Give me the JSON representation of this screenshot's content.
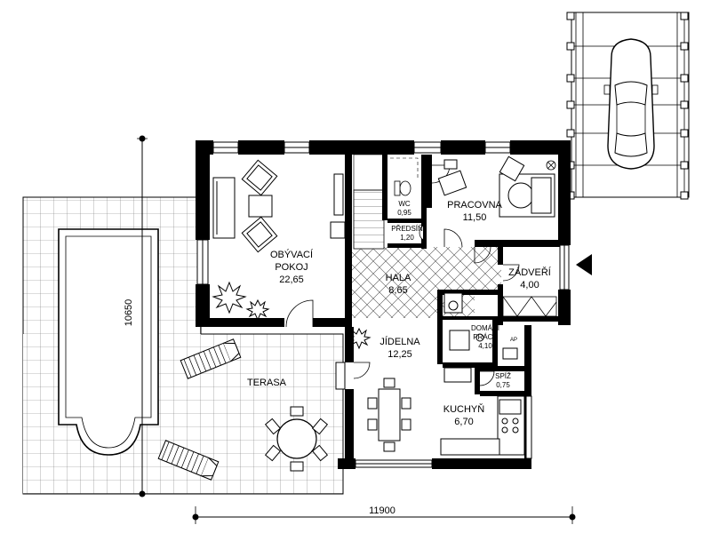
{
  "rooms": {
    "obyvaci": {
      "name1": "OBÝVACÍ",
      "name2": "POKOJ",
      "area": "22,65"
    },
    "hala": {
      "name": "HALA",
      "area": "8,65"
    },
    "pracovna": {
      "name": "PRACOVNA",
      "area": "11,50"
    },
    "wc": {
      "name": "WC",
      "area": "0,95"
    },
    "predsin": {
      "name": "PŘEDSÍŇ",
      "area": "1,20"
    },
    "zadveri": {
      "name": "ZÁDVEŘÍ",
      "area": "4,00"
    },
    "jidelna": {
      "name": "JÍDELNA",
      "area": "12,25"
    },
    "domaci": {
      "name1": "DOMÁCÍ",
      "name2": "PRÁCE",
      "area": "4,10"
    },
    "spiz": {
      "name": "SPÍŽ",
      "area": "0,75"
    },
    "kuchyn": {
      "name": "KUCHYŇ",
      "area": "6,70"
    },
    "terasa": {
      "name": "TERASA"
    }
  },
  "dimensions": {
    "width": "11900",
    "height": "10650"
  },
  "appliance_label": "AP",
  "colors": {
    "wall": "#000000",
    "line": "#000000",
    "background": "#ffffff"
  }
}
